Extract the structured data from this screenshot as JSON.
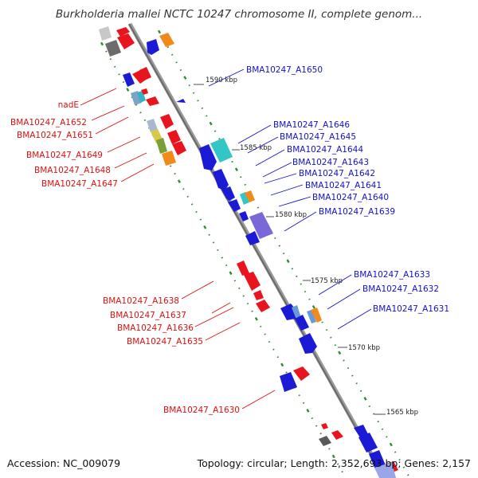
{
  "title": "Burkholderia mallei NCTC 10247 chromosome II, complete genom...",
  "accession": "Accession: NC_009079",
  "summary": "Topology: circular; Length: 2,352,693 bp; Genes: 2,157",
  "colors": {
    "forward": "#e8141e",
    "reverse": "#1b1bd6",
    "backbone": "#808080",
    "tick": "#2e8b2e",
    "left_label": "#dd1111",
    "right_label": "#1111cc"
  },
  "scale_labels": [
    "1590 kbp",
    "1585 kbp",
    "1580 kbp",
    "1575 kbp",
    "1570 kbp",
    "1565 kbp"
  ],
  "left_genes": [
    "nadE",
    "BMA10247_A1652",
    "BMA10247_A1651",
    "BMA10247_A1649",
    "BMA10247_A1648",
    "BMA10247_A1647",
    "BMA10247_A1638",
    "BMA10247_A1637",
    "BMA10247_A1636",
    "BMA10247_A1635",
    "BMA10247_A1630"
  ],
  "right_genes": [
    "BMA10247_A1650",
    "BMA10247_A1646",
    "BMA10247_A1645",
    "BMA10247_A1644",
    "BMA10247_A1643",
    "BMA10247_A1642",
    "BMA10247_A1641",
    "BMA10247_A1640",
    "BMA10247_A1639",
    "BMA10247_A1633",
    "BMA10247_A1632",
    "BMA10247_A1631"
  ]
}
